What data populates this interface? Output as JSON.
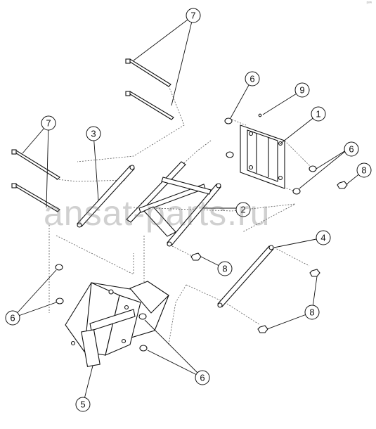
{
  "watermark": "ansat-parts.ru",
  "corner_mark": "ᵖᵒʷ",
  "callouts": [
    {
      "id": "c1",
      "label": "1"
    },
    {
      "id": "c2",
      "label": "2"
    },
    {
      "id": "c3",
      "label": "3"
    },
    {
      "id": "c4",
      "label": "4"
    },
    {
      "id": "c5",
      "label": "5"
    },
    {
      "id": "c6a",
      "label": "6"
    },
    {
      "id": "c6b",
      "label": "6"
    },
    {
      "id": "c6c",
      "label": "6"
    },
    {
      "id": "c6d",
      "label": "6"
    },
    {
      "id": "c7a",
      "label": "7"
    },
    {
      "id": "c7b",
      "label": "7"
    },
    {
      "id": "c8a",
      "label": "8"
    },
    {
      "id": "c8b",
      "label": "8"
    },
    {
      "id": "c8c",
      "label": "8"
    },
    {
      "id": "c9",
      "label": "9"
    }
  ]
}
